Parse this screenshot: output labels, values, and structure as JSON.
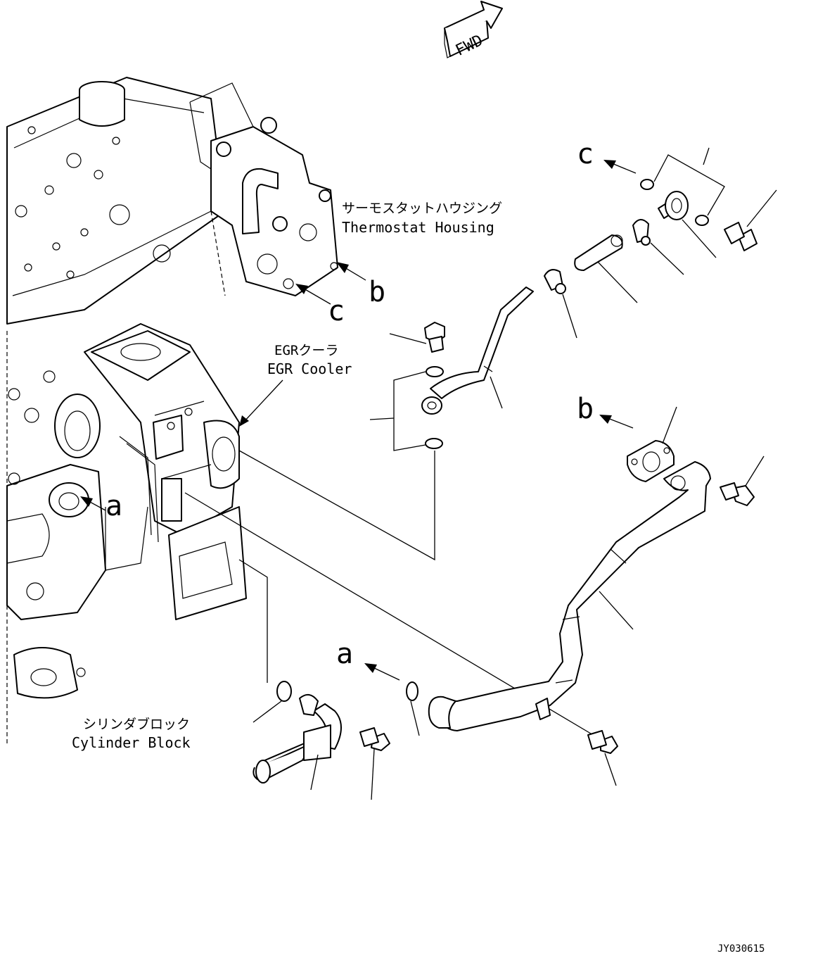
{
  "labels": {
    "fwd": "FWD",
    "thermostat_jp": "サーモスタットハウジング",
    "thermostat_en": "Thermostat Housing",
    "egr_jp": "EGRクーラ",
    "egr_en": "EGR Cooler",
    "block_jp": "シリンダブロック",
    "block_en": "Cylinder Block",
    "drawing_code": "JY030615"
  },
  "callouts": {
    "c_engine": "c",
    "b_engine": "b",
    "a_engine": "a",
    "c_part": "c",
    "b_part": "b",
    "a_part": "a"
  }
}
